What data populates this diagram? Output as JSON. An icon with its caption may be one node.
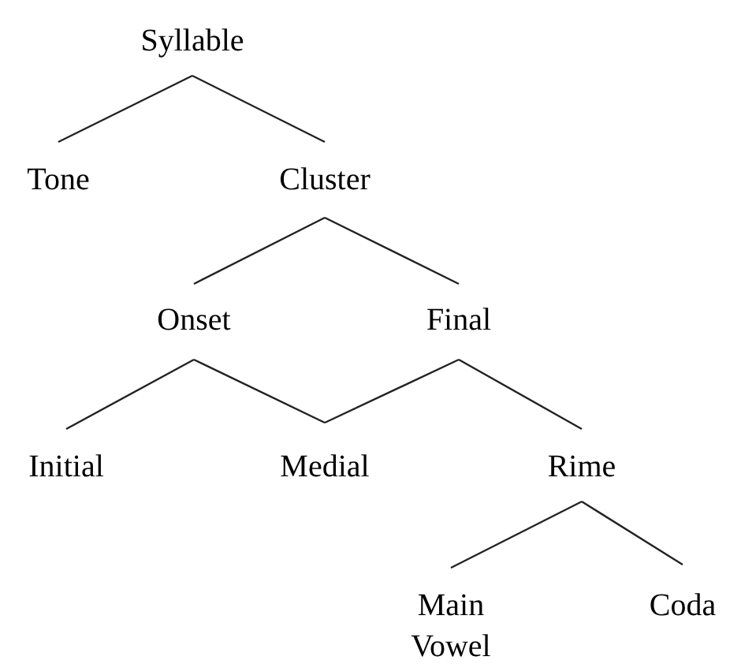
{
  "diagram": {
    "nodes": [
      {
        "text": [
          "Syllable"
        ]
      },
      {
        "text": [
          "Tone"
        ]
      },
      {
        "text": [
          "Cluster"
        ]
      },
      {
        "text": [
          "Onset"
        ]
      },
      {
        "text": [
          "Final"
        ]
      },
      {
        "text": [
          "Initial"
        ]
      },
      {
        "text": [
          "Medial"
        ]
      },
      {
        "text": [
          "Rime"
        ]
      },
      {
        "text": [
          "Main Vowel"
        ]
      },
      {
        "text": [
          "Coda"
        ]
      }
    ],
    "edges": [
      {
        "from": 0,
        "to": 1,
        "arrow": "none"
      },
      {
        "from": 0,
        "to": 2,
        "arrow": "none"
      },
      {
        "from": 2,
        "to": 3,
        "arrow": "none"
      },
      {
        "from": 2,
        "to": 4,
        "arrow": "none"
      },
      {
        "from": 3,
        "to": 5,
        "arrow": "none"
      },
      {
        "from": 3,
        "to": 6,
        "arrow": "none"
      },
      {
        "from": 4,
        "to": 6,
        "arrow": "none"
      },
      {
        "from": 4,
        "to": 7,
        "arrow": "none"
      },
      {
        "from": 7,
        "to": 8,
        "arrow": "none"
      },
      {
        "from": 7,
        "to": 9,
        "arrow": "none"
      }
    ]
  }
}
